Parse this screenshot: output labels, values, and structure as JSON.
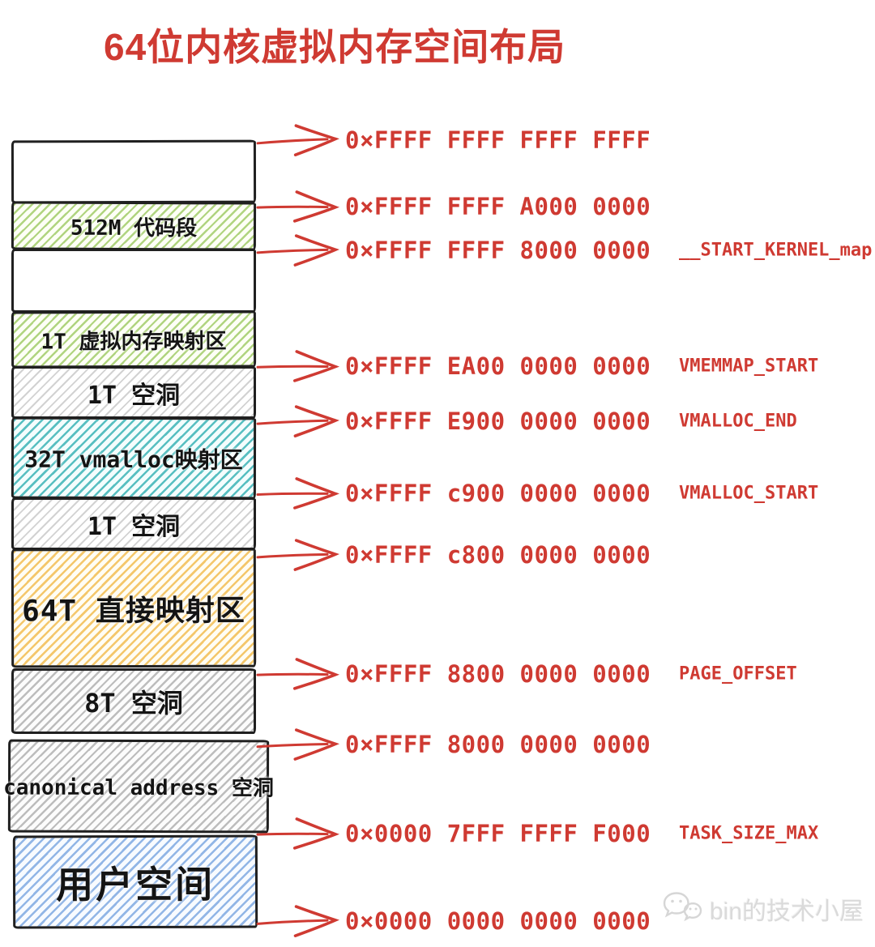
{
  "title": "64位内核虚拟内存空间布局",
  "colors": {
    "accent_red": "#cf3a32",
    "border_ink": "#202020",
    "hatch_green": "#b0d47f",
    "hatch_teal": "#58bfc1",
    "hatch_orange": "#f4c76b",
    "hatch_gray": "#bdbdbd",
    "hatch_blue": "#92b6e6",
    "watermark_gray": "#dadada"
  },
  "memory_map": {
    "regions": [
      {
        "label": "",
        "kind": "empty"
      },
      {
        "label": "512M 代码段",
        "kind": "green"
      },
      {
        "label": "",
        "kind": "empty"
      },
      {
        "label": "1T 虚拟内存映射区",
        "kind": "green"
      },
      {
        "label": "1T 空洞",
        "kind": "gray"
      },
      {
        "label": "32T vmalloc映射区",
        "kind": "teal"
      },
      {
        "label": "1T 空洞",
        "kind": "gray"
      },
      {
        "label": "64T 直接映射区",
        "kind": "orange"
      },
      {
        "label": "8T 空洞",
        "kind": "gray"
      },
      {
        "label": "canonical address 空洞",
        "kind": "gray"
      },
      {
        "label": "用户空间",
        "kind": "blue"
      }
    ]
  },
  "annotations": [
    {
      "address": "0×FFFF FFFF FFFF FFFF",
      "symbol": ""
    },
    {
      "address": "0×FFFF FFFF A000 0000",
      "symbol": ""
    },
    {
      "address": "0×FFFF FFFF 8000 0000",
      "symbol": "__START_KERNEL_map"
    },
    {
      "address": "0×FFFF EA00 0000 0000",
      "symbol": "VMEMMAP_START"
    },
    {
      "address": "0×FFFF E900 0000 0000",
      "symbol": "VMALLOC_END"
    },
    {
      "address": "0×FFFF c900 0000 0000",
      "symbol": "VMALLOC_START"
    },
    {
      "address": "0×FFFF c800 0000 0000",
      "symbol": ""
    },
    {
      "address": "0×FFFF 8800 0000 0000",
      "symbol": "PAGE_OFFSET"
    },
    {
      "address": "0×FFFF 8000 0000 0000",
      "symbol": ""
    },
    {
      "address": "0×0000 7FFF FFFF F000",
      "symbol": "TASK_SIZE_MAX"
    },
    {
      "address": "0×0000 0000 0000 0000",
      "symbol": ""
    }
  ],
  "watermark": {
    "text": "bin的技术小屋",
    "icon": "wechat-bubbles-icon"
  }
}
